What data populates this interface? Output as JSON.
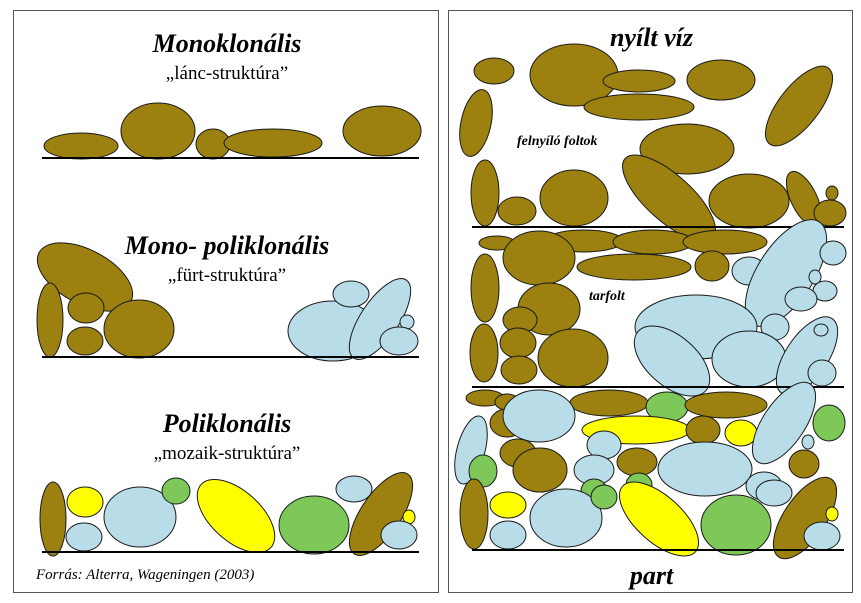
{
  "colors": {
    "olive": "#9c8110",
    "lightblue": "#b8dce8",
    "green": "#7ec85a",
    "yellow": "#ffff00",
    "outline": "#1a1a1a"
  },
  "left": {
    "mono": {
      "title": "Monoklonális",
      "subtitle": "„lánc-struktúra”"
    },
    "monopoly": {
      "title": "Mono- poliklonális",
      "subtitle": "„fürt-struktúra”"
    },
    "poly": {
      "title": "Poliklonális",
      "subtitle": "„mozaik-struktúra”"
    },
    "source": "Forrás: Alterra, Wageningen (2003)"
  },
  "right": {
    "top_label": "nyílt víz",
    "bottom_label": "part",
    "zone1_label": "felnyíló foltok",
    "zone2_label": "tarfolt"
  }
}
